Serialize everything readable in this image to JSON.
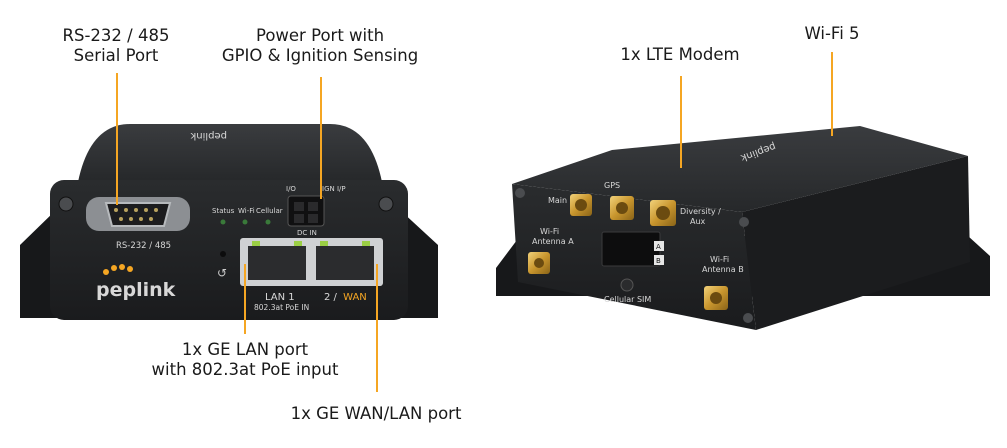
{
  "colors": {
    "accent": "#f5a623",
    "chassis": "#1e1f21",
    "text": "#1a1a1a",
    "port_label": "#d8d8d8"
  },
  "callouts": {
    "serial_port": [
      "RS-232 / 485",
      "Serial Port"
    ],
    "power_port": [
      "Power Port with",
      "GPIO & Ignition Sensing"
    ],
    "lte_modem": "1x LTE Modem",
    "wifi": "Wi-Fi 5",
    "lan_port": [
      "1x GE LAN port",
      "with 802.3at PoE input"
    ],
    "wan_port": "1x GE WAN/LAN port"
  },
  "front_panel": {
    "brand_top": "peplink",
    "brand_logo": "peplink",
    "serial_label": "RS-232 / 485",
    "led_labels": [
      "Status",
      "Wi-Fi",
      "Cellular"
    ],
    "io_label": "I/O",
    "ign_label": "IGN I/P",
    "dc_label": "DC IN",
    "lan1_label": "LAN 1",
    "poe_label": "802.3at PoE IN",
    "wan_num": "2 /",
    "wan_word": "WAN"
  },
  "back_panel": {
    "brand_top": "peplink",
    "gps_label": "GPS",
    "main_label": "Main",
    "diversity_label": [
      "Diversity /",
      "Aux"
    ],
    "wifi_a_label": [
      "Wi-Fi",
      "Antenna A"
    ],
    "wifi_b_label": [
      "Wi-Fi",
      "Antenna B"
    ],
    "sim_label": "Cellular SIM",
    "sim_slots": [
      "A",
      "B"
    ]
  }
}
